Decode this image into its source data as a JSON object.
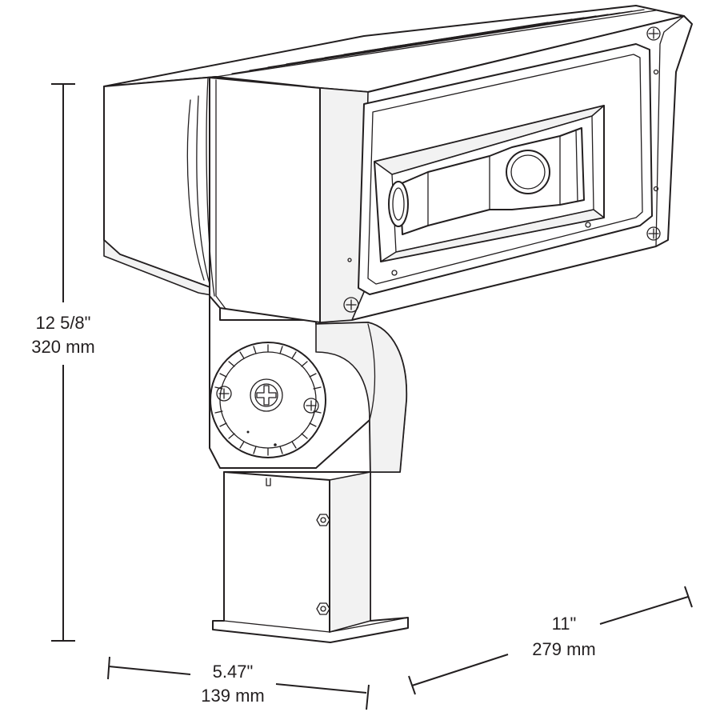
{
  "dimensions": {
    "height": {
      "imperial": "12 5/8\"",
      "metric": "320 mm"
    },
    "width": {
      "imperial": "5.47\"",
      "metric": "139 mm"
    },
    "depth": {
      "imperial": "11\"",
      "metric": "279 mm"
    }
  },
  "product_parts": [
    "fixture-head",
    "lens-window",
    "led-module",
    "knuckle-swivel-mount",
    "slipfitter-base"
  ],
  "colors": {
    "line": "#231f20",
    "background": "#ffffff"
  }
}
